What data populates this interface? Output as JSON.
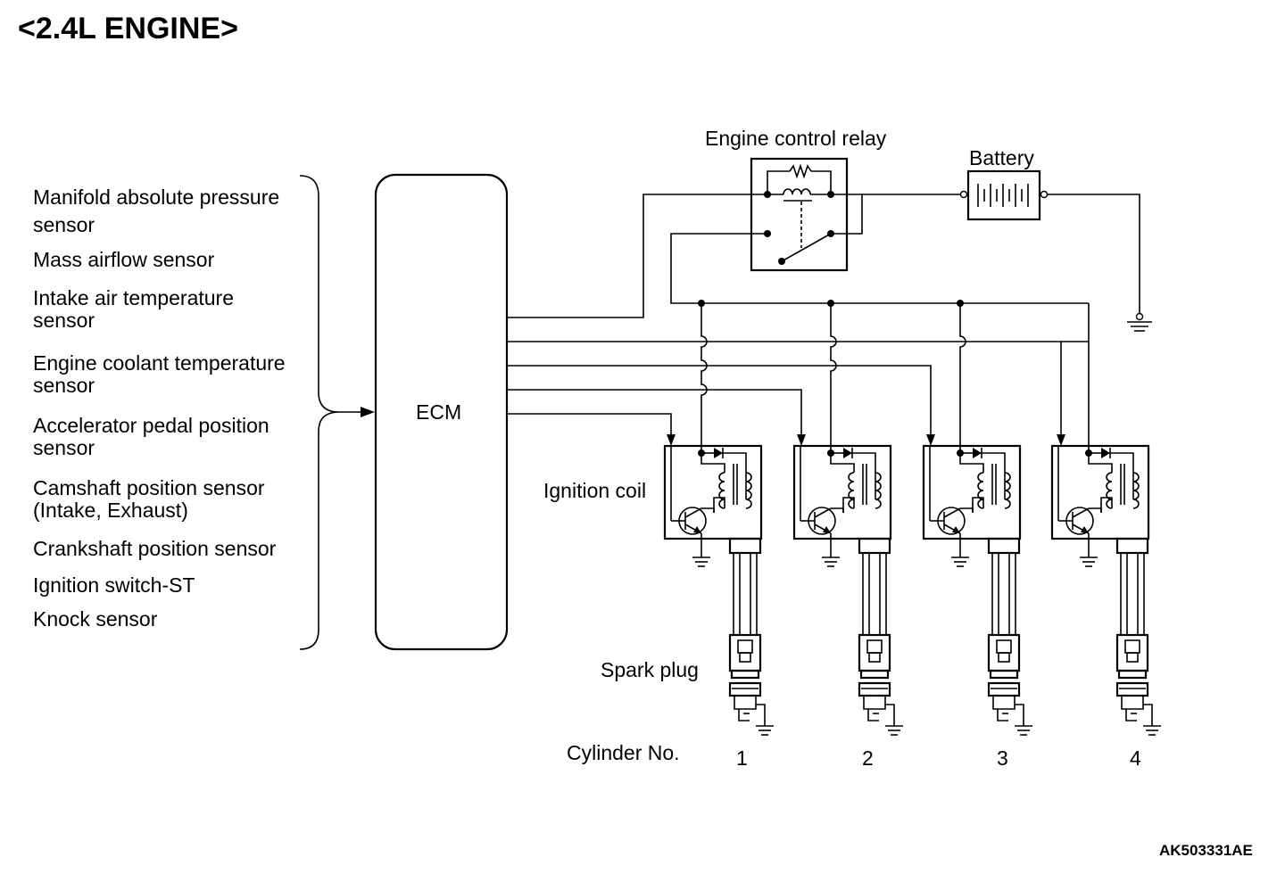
{
  "title": "<2.4L ENGINE>",
  "sensors": [
    {
      "line1": "Manifold absolute pressure",
      "line2": "sensor"
    },
    {
      "line1": "Mass airflow sensor",
      "line2": ""
    },
    {
      "line1": "Intake air temperature",
      "line2": "sensor"
    },
    {
      "line1": "Engine coolant temperature",
      "line2": "sensor"
    },
    {
      "line1": "Accelerator pedal position",
      "line2": "sensor"
    },
    {
      "line1": "Camshaft position sensor",
      "line2": "(Intake, Exhaust)"
    },
    {
      "line1": "Crankshaft position sensor",
      "line2": ""
    },
    {
      "line1": "Ignition switch-ST",
      "line2": ""
    },
    {
      "line1": "Knock sensor",
      "line2": ""
    }
  ],
  "ecm_label": "ECM",
  "relay_label": "Engine control relay",
  "battery_label": "Battery",
  "ignition_coil_label": "Ignition coil",
  "spark_plug_label": "Spark plug",
  "cylinder_label": "Cylinder No.",
  "cylinders": [
    "1",
    "2",
    "3",
    "4"
  ],
  "figure_code": "AK503331AE"
}
